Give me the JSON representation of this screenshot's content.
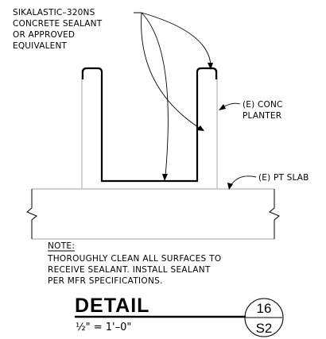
{
  "callouts": {
    "sealant": [
      "SIKALASTIC–320NS",
      "CONCRETE SEALANT",
      "OR APPROVED",
      "EQUIVALENT"
    ],
    "planter": [
      "(E) CONC",
      "PLANTER"
    ],
    "slab": "(E) PT SLAB"
  },
  "note": {
    "heading": "NOTE:",
    "lines": [
      "THOROUGHLY CLEAN ALL SURFACES TO",
      "RECEIVE SEALANT.  INSTALL SEALANT",
      "PER MFR SPECIFICATIONS."
    ]
  },
  "title_block": {
    "title": "DETAIL",
    "scale": "½\" = 1'–0\"",
    "detail_number": "16",
    "sheet_number": "S2"
  }
}
